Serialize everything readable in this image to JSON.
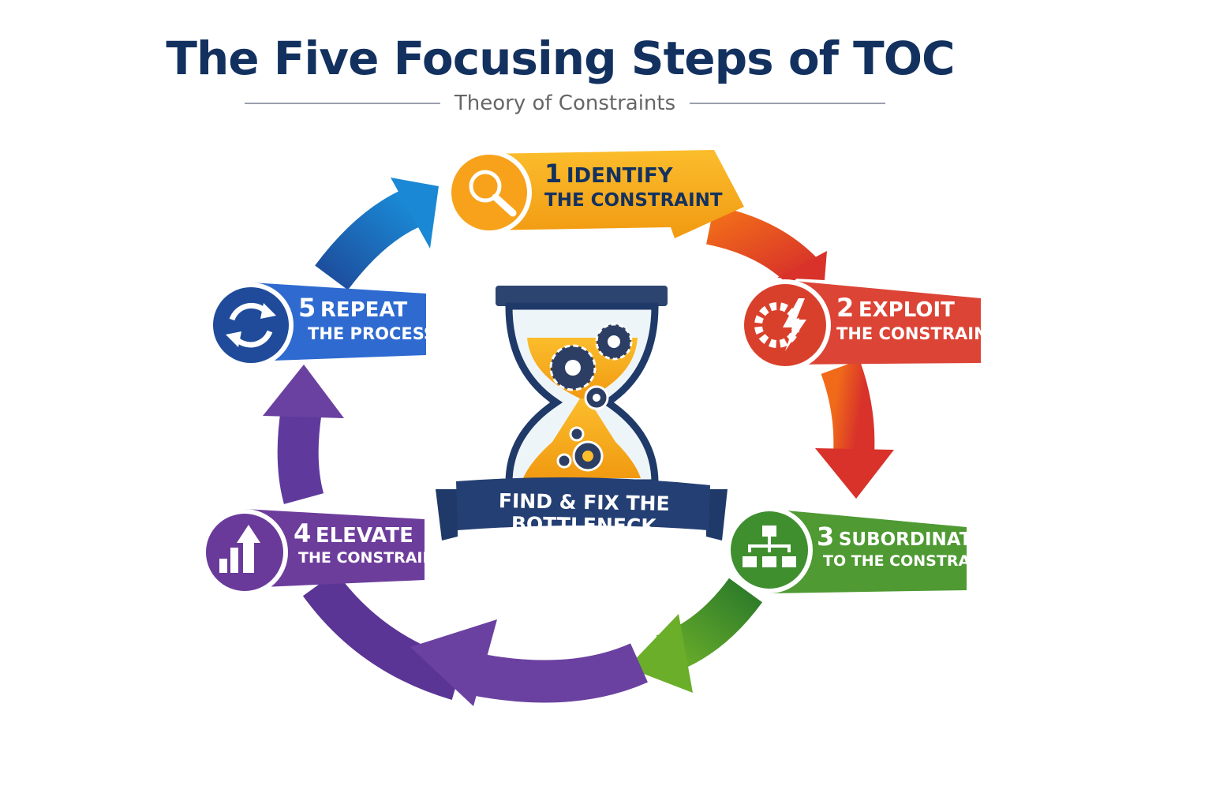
{
  "title": "The Five Focusing Steps of TOC",
  "subtitle": "Theory of Constraints",
  "center": {
    "ribbon": "FIND & FIX THE BOTTLENECK",
    "icon": "hourglass-gears-icon"
  },
  "steps": [
    {
      "num": "1",
      "title": "IDENTIFY",
      "sub": "THE CONSTRAINT",
      "icon": "magnifier-icon",
      "color": "#f9b222"
    },
    {
      "num": "2",
      "title": "EXPLOIT",
      "sub": "THE CONSTRAINT",
      "icon": "gear-lightning-icon",
      "color": "#dc4436"
    },
    {
      "num": "3",
      "title": "SUBORDINATE",
      "sub": "TO THE CONSTRAINT",
      "icon": "hierarchy-icon",
      "color": "#4f9a33"
    },
    {
      "num": "4",
      "title": "ELEVATE",
      "sub": "THE CONSTRAINT",
      "icon": "bar-chart-up-icon",
      "color": "#6d3d9c"
    },
    {
      "num": "5",
      "title": "REPEAT",
      "sub": "THE PROCESS",
      "icon": "refresh-icon",
      "color": "#2e6ad0"
    }
  ]
}
